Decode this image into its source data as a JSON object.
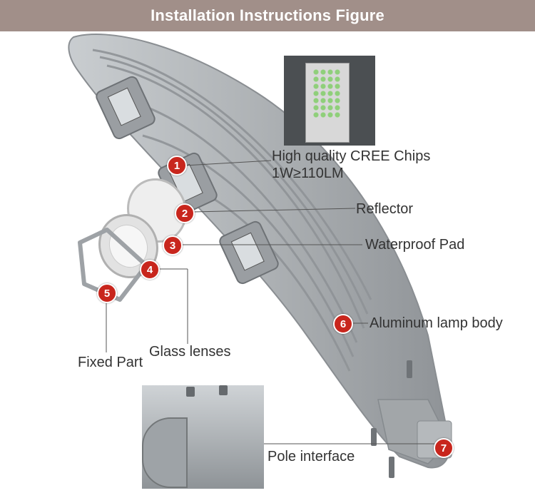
{
  "header": {
    "title": "Installation Instructions Figure"
  },
  "callouts": [
    {
      "number": "1",
      "label": "High quality CREE Chips",
      "sublabel": "1W≥110LM"
    },
    {
      "number": "2",
      "label": "Reflector"
    },
    {
      "number": "3",
      "label": "Waterproof Pad"
    },
    {
      "number": "4",
      "label": "Glass lenses"
    },
    {
      "number": "5",
      "label": "Fixed Part"
    },
    {
      "number": "6",
      "label": "Aluminum lamp body"
    },
    {
      "number": "7",
      "label": "Pole interface"
    }
  ],
  "colors": {
    "header_bg": "#a18f89",
    "badge": "#c8261d",
    "lamp_body": "#a9adb0"
  }
}
